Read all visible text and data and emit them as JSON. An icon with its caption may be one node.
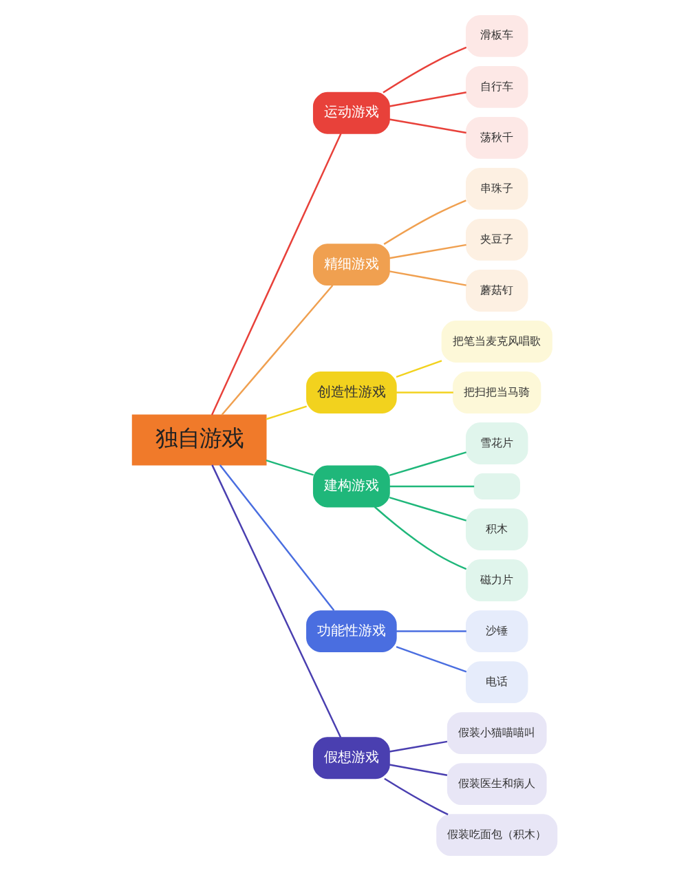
{
  "diagram": {
    "nodes": [
      {
        "text": [
          "独自游戏"
        ]
      },
      {
        "text": [
          "运动游戏"
        ]
      },
      {
        "text": [
          "滑板车"
        ]
      },
      {
        "text": [
          "自行车"
        ]
      },
      {
        "text": [
          "荡秋千"
        ]
      },
      {
        "text": [
          "精细游戏"
        ]
      },
      {
        "text": [
          "串珠子"
        ]
      },
      {
        "text": [
          "夹豆子"
        ]
      },
      {
        "text": [
          "蘑菇钉"
        ]
      },
      {
        "text": [
          "创造性游戏"
        ]
      },
      {
        "text": [
          "把笔当麦克风唱歌"
        ]
      },
      {
        "text": [
          "把扫把当马骑"
        ]
      },
      {
        "text": [
          "建构游戏"
        ]
      },
      {
        "text": [
          "雪花片"
        ]
      },
      {
        "text": [],
        "shape": "box"
      },
      {
        "text": [
          "积木"
        ]
      },
      {
        "text": [
          "磁力片"
        ]
      },
      {
        "text": [
          "功能性游戏"
        ]
      },
      {
        "text": [
          "沙锤"
        ]
      },
      {
        "text": [
          "电话"
        ]
      },
      {
        "text": [
          "假想游戏"
        ]
      },
      {
        "text": [
          "假装小猫喵喵叫"
        ]
      },
      {
        "text": [
          "假装医生和病人"
        ]
      },
      {
        "text": [
          "假装吃面包（积木）"
        ]
      }
    ],
    "edges": [
      {
        "from": 0,
        "to": 1,
        "arrow": "none",
        "color": "#e8413a"
      },
      {
        "from": 1,
        "to": 2,
        "arrow": "none",
        "color": "#e8413a"
      },
      {
        "from": 1,
        "to": 3,
        "arrow": "none",
        "color": "#e8413a"
      },
      {
        "from": 1,
        "to": 4,
        "arrow": "none",
        "color": "#e8413a"
      },
      {
        "from": 0,
        "to": 5,
        "arrow": "none",
        "color": "#f0a050"
      },
      {
        "from": 5,
        "to": 6,
        "arrow": "none",
        "color": "#f0a050"
      },
      {
        "from": 5,
        "to": 7,
        "arrow": "none",
        "color": "#f0a050"
      },
      {
        "from": 5,
        "to": 8,
        "arrow": "none",
        "color": "#f0a050"
      },
      {
        "from": 0,
        "to": 9,
        "arrow": "none",
        "color": "#f2d21e"
      },
      {
        "from": 9,
        "to": 10,
        "arrow": "none",
        "color": "#f2d21e"
      },
      {
        "from": 9,
        "to": 11,
        "arrow": "none",
        "color": "#f2d21e"
      },
      {
        "from": 0,
        "to": 12,
        "arrow": "none",
        "color": "#1fb77a"
      },
      {
        "from": 12,
        "to": 13,
        "arrow": "none",
        "color": "#1fb77a"
      },
      {
        "from": 12,
        "to": 14,
        "arrow": "none",
        "color": "#1fb77a"
      },
      {
        "from": 12,
        "to": 15,
        "arrow": "none",
        "color": "#1fb77a"
      },
      {
        "from": 12,
        "to": 16,
        "arrow": "none",
        "color": "#1fb77a"
      },
      {
        "from": 0,
        "to": 17,
        "arrow": "none",
        "color": "#4a6ee0"
      },
      {
        "from": 17,
        "to": 18,
        "arrow": "none",
        "color": "#4a6ee0"
      },
      {
        "from": 17,
        "to": 19,
        "arrow": "none",
        "color": "#4a6ee0"
      },
      {
        "from": 0,
        "to": 20,
        "arrow": "none",
        "color": "#4a3fb0"
      },
      {
        "from": 20,
        "to": 21,
        "arrow": "none",
        "color": "#4a3fb0"
      },
      {
        "from": 20,
        "to": 22,
        "arrow": "none",
        "color": "#4a3fb0"
      },
      {
        "from": 20,
        "to": 23,
        "arrow": "none",
        "color": "#4a3fb0"
      }
    ]
  }
}
